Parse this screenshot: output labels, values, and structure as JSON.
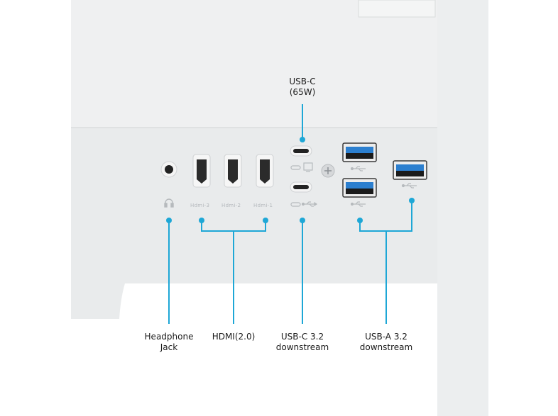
{
  "colors": {
    "accent": "#1ea7d6",
    "panel": "#eceeef",
    "port_body": "#2a2a2a",
    "usb_blue": "#2c7fcf"
  },
  "callouts": {
    "usb_c_top": {
      "line1": "USB-C",
      "line2": "(65W)"
    },
    "headphone": {
      "line1": "Headphone",
      "line2": "Jack"
    },
    "hdmi": {
      "line1": "HDMI(2.0)"
    },
    "usb_c_down": {
      "line1": "USB-C 3.2",
      "line2": "downstream"
    },
    "usb_a_down": {
      "line1": "USB-A 3.2",
      "line2": "downstream"
    }
  },
  "port_marks": {
    "hdmi3": "Hdmi-3",
    "hdmi2": "Hdmi-2",
    "hdmi1": "Hdmi-1"
  },
  "icons": [
    "headphone-icon",
    "usb-c-display-icon",
    "usb-symbol-icon",
    "screw-icon"
  ]
}
